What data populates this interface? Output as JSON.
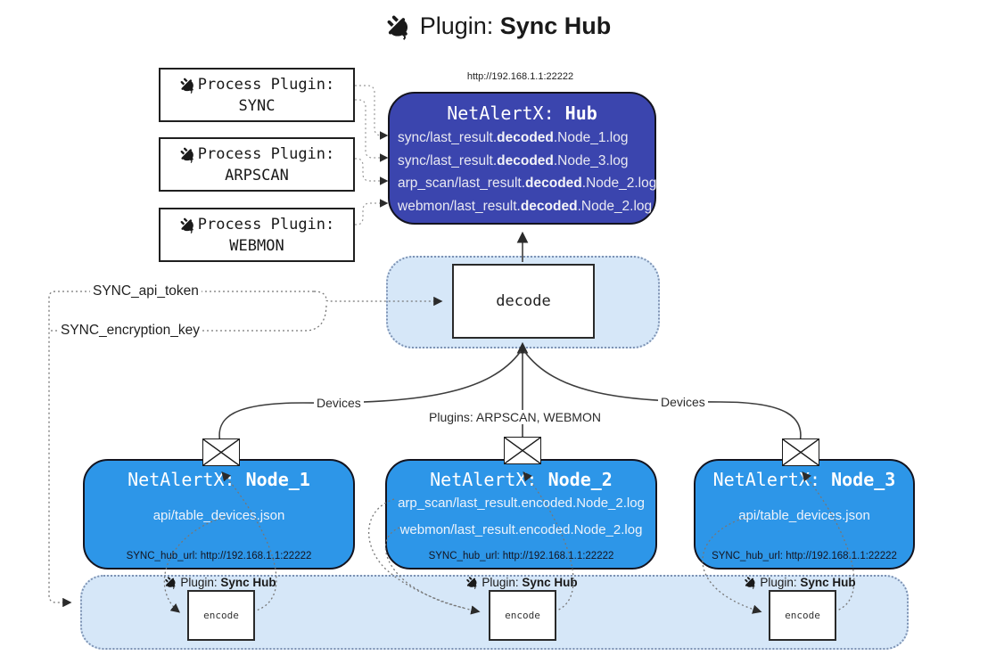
{
  "title": {
    "prefix": "Plugin: ",
    "highlight": "Sync Hub",
    "icon": "plug-icon"
  },
  "process_plugins": [
    {
      "label": "Process Plugin:",
      "name": "SYNC"
    },
    {
      "label": "Process Plugin:",
      "name": "ARPSCAN"
    },
    {
      "label": "Process Plugin:",
      "name": "WEBMON"
    }
  ],
  "hub": {
    "url": "http://192.168.1.1:22222",
    "title_prefix": "NetAlertX: ",
    "title_name": "Hub",
    "rows": [
      {
        "pre": "sync/last_result.",
        "bold": "decoded",
        "post": ".Node_1.log"
      },
      {
        "pre": "sync/last_result.",
        "bold": "decoded",
        "post": ".Node_3.log"
      },
      {
        "pre": "arp_scan/last_result.",
        "bold": "decoded",
        "post": ".Node_2.log"
      },
      {
        "pre": "webmon/last_result.",
        "bold": "decoded",
        "post": ".Node_2.log"
      }
    ]
  },
  "decode_box": {
    "label": "decode"
  },
  "settings": {
    "api_token": "SYNC_api_token",
    "encryption_key": "SYNC_encryption_key"
  },
  "edge_labels": {
    "devices_left": "Devices",
    "plugins_center": "Plugins: ARPSCAN, WEBMON",
    "devices_right": "Devices"
  },
  "nodes": [
    {
      "title_prefix": "NetAlertX: ",
      "title_name": "Node_1",
      "lines": [
        "api/table_devices.json"
      ],
      "hub_url": "SYNC_hub_url: http://192.168.1.1:22222"
    },
    {
      "title_prefix": "NetAlertX: ",
      "title_name": "Node_2",
      "lines": [
        "arp_scan/last_result.encoded.Node_2.log",
        "webmon/last_result.encoded.Node_2.log"
      ],
      "hub_url": "SYNC_hub_url: http://192.168.1.1:22222"
    },
    {
      "title_prefix": "NetAlertX: ",
      "title_name": "Node_3",
      "lines": [
        "api/table_devices.json"
      ],
      "hub_url": "SYNC_hub_url: http://192.168.1.1:22222"
    }
  ],
  "encode_band": {
    "plugin_prefix": "Plugin: ",
    "plugin_name": "Sync Hub",
    "encode_label": "encode"
  },
  "colors": {
    "hub_bg": "#3B45AE",
    "node_bg": "#2D96E8",
    "band_bg": "#D6E7F8",
    "line": "#3d3d3d"
  }
}
